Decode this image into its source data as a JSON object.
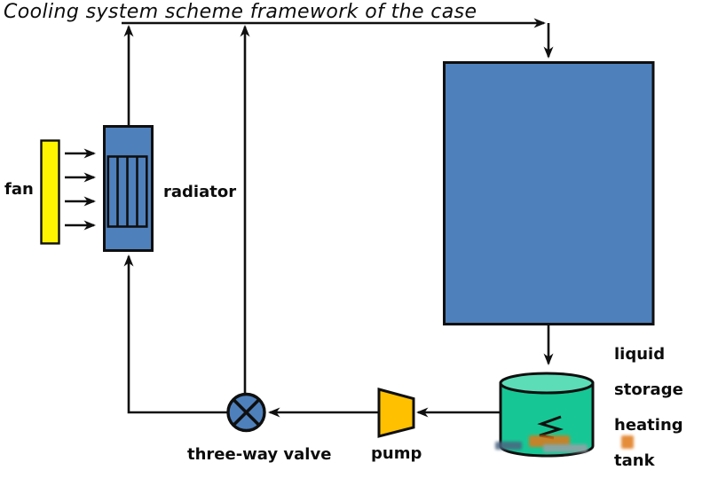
{
  "title": "Cooling system scheme framework of the case",
  "labels": {
    "fan": "fan",
    "radiator": "radiator",
    "three_way_valve": "three-way valve",
    "pump": "pump",
    "tank": [
      "liquid",
      "storage",
      "heating",
      "tank"
    ]
  },
  "colors": {
    "component_blue": "#4E80BC",
    "fan_yellow": "#FFF500",
    "pump_orange": "#FFC000",
    "tank_green": "#16C795",
    "tank_lid_green": "#5CDDB7",
    "line_black": "#0F0F0F"
  }
}
